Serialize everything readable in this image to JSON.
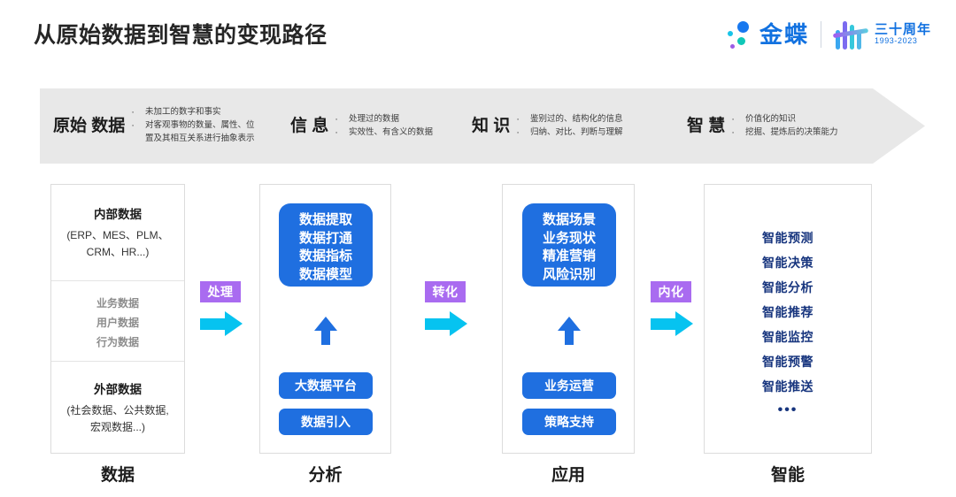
{
  "header": {
    "title": "从原始数据到智慧的变现路径",
    "brand": {
      "name": "金蝶",
      "anniversary": "三十周年",
      "years": "1993-2023"
    }
  },
  "band": {
    "stages": [
      {
        "heading": "原始\n数据",
        "bullets": [
          "未加工的数字和事实",
          "对客观事物的数量、属性、位\n置及其相互关系进行抽象表示"
        ]
      },
      {
        "heading": "信\n息",
        "bullets": [
          "处理过的数据",
          "实效性、有含义的数据"
        ]
      },
      {
        "heading": "知\n识",
        "bullets": [
          "鉴别过的、结构化的信息",
          "归纳、对比、判断与理解"
        ]
      },
      {
        "heading": "智\n慧",
        "bullets": [
          "价值化的知识",
          "挖掘、提炼后的决策能力"
        ]
      }
    ]
  },
  "columns": [
    {
      "label": "数据",
      "internal_title": "内部数据",
      "internal_sub": "(ERP、MES、PLM、\nCRM、HR...)",
      "middle_items": [
        "业务数据",
        "用户数据",
        "行为数据"
      ],
      "external_title": "外部数据",
      "external_sub": "(社会数据、公共数据,\n宏观数据...)"
    },
    {
      "label": "分析",
      "main_box": "数据提取\n数据打通\n数据指标\n数据模型",
      "pills": [
        "大数据平台",
        "数据引入"
      ]
    },
    {
      "label": "应用",
      "main_box": "数据场景\n业务现状\n精准营销\n风险识别",
      "pills": [
        "业务运营",
        "策略支持"
      ]
    },
    {
      "label": "智能",
      "items": [
        "智能预测",
        "智能决策",
        "智能分析",
        "智能推荐",
        "智能监控",
        "智能预警",
        "智能推送"
      ],
      "ellipsis": "•••"
    }
  ],
  "connectors": [
    {
      "label": "处理"
    },
    {
      "label": "转化"
    },
    {
      "label": "内化"
    }
  ],
  "colors": {
    "blue": "#1f6fe0",
    "cyan": "#06c3f0",
    "purple": "#a96bf0",
    "navy": "#17357e",
    "band_gray": "#e8e8e8",
    "brand_blue": "#1171e0"
  }
}
